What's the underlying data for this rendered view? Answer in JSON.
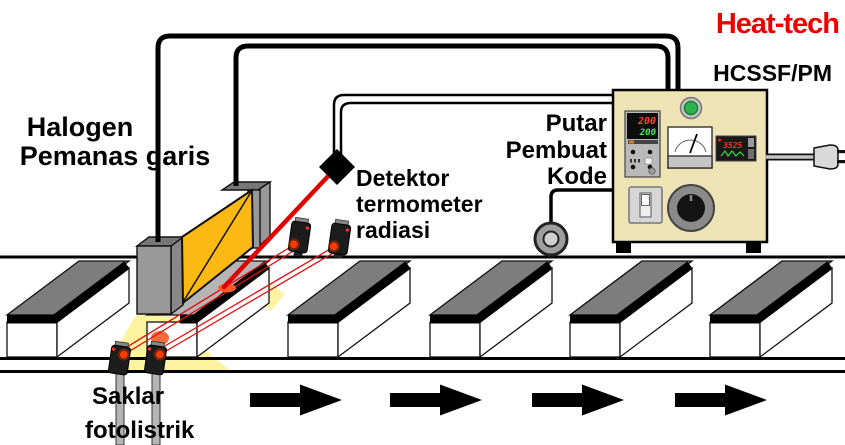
{
  "title": "Halogen line heater conveyor heating system diagram",
  "brand": {
    "logo": "Heat-tech",
    "logo_color": "#ee0000",
    "model": "HCSSF/PM"
  },
  "labels": {
    "heater": {
      "line1": "Halogen",
      "line2": "Pemanas garis"
    },
    "detector": {
      "line1": "Detektor",
      "line2": "termometer",
      "line3": "radiasi"
    },
    "encoder": {
      "line1": "Putar",
      "line2": "Pembuat",
      "line3": "Kode"
    },
    "photo_switch": {
      "line1": "Saklar",
      "line2": "fotolistrik"
    }
  },
  "control_box": {
    "temp_controller": {
      "process_value": "200",
      "set_value": "200"
    },
    "recorder_value": "3525",
    "lamp_color": "#2eb34c"
  },
  "conveyor": {
    "arrow_count": 4,
    "direction": "right"
  },
  "colors": {
    "heater_body": "#fdb913",
    "heat_glow": "#fdf3a1",
    "laser": "#e00000",
    "sensor_beam": "#e01010",
    "panel": "#ede3b5",
    "workpiece_top": "#7d7d7d",
    "heated_top": "#b5b5b5",
    "heated_spot": "#fb6a3c"
  }
}
